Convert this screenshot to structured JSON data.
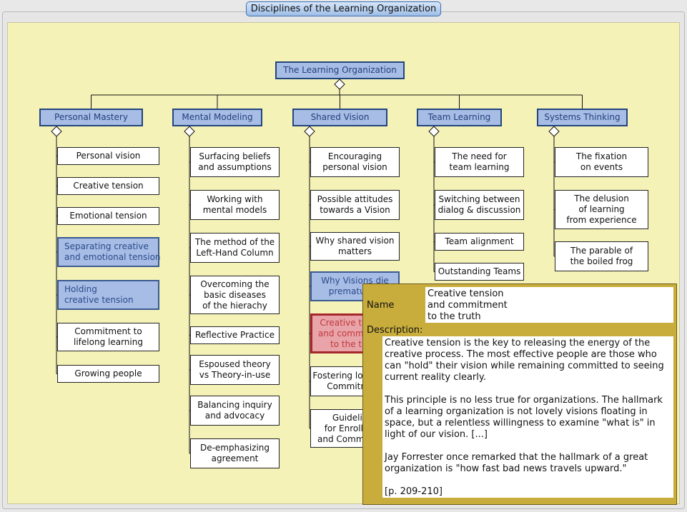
{
  "window": {
    "title": "Disciplines of the Learning Organization"
  },
  "root": {
    "label": "The Learning Organization"
  },
  "disciplines": [
    {
      "label": "Personal Mastery",
      "children": [
        {
          "label": "Personal vision"
        },
        {
          "label": "Creative tension"
        },
        {
          "label": "Emotional tension"
        },
        {
          "label": "Separating creative\nand emotional tension",
          "state": "selected"
        },
        {
          "label": "Holding\ncreative tension",
          "state": "selected"
        },
        {
          "label": "Commitment to\nlifelong learning"
        },
        {
          "label": "Growing people"
        }
      ]
    },
    {
      "label": "Mental Modeling",
      "children": [
        {
          "label": "Surfacing beliefs\nand assumptions"
        },
        {
          "label": "Working with\nmental models"
        },
        {
          "label": "The method of the\nLeft-Hand Column"
        },
        {
          "label": "Overcoming the\nbasic diseases\nof the hierachy"
        },
        {
          "label": "Reflective Practice"
        },
        {
          "label": "Espoused theory\nvs Theory-in-use"
        },
        {
          "label": "Balancing inquiry\nand advocacy"
        },
        {
          "label": "De-emphasizing\nagreement"
        }
      ]
    },
    {
      "label": "Shared Vision",
      "children": [
        {
          "label": "Encouraging\npersonal vision"
        },
        {
          "label": "Possible attitudes\ntowards a Vision"
        },
        {
          "label": "Why shared vision\nmatters"
        },
        {
          "label": "Why Visions die\nprematurely",
          "state": "selected"
        },
        {
          "label": "Creative tension\nand commitment\nto the truth",
          "state": "active"
        },
        {
          "label": "Fostering long-term\nCommitment"
        },
        {
          "label": "Guidelines\nfor Enrollment\nand Commitment"
        }
      ]
    },
    {
      "label": "Team Learning",
      "children": [
        {
          "label": "The need for\nteam learning"
        },
        {
          "label": "Switching between\ndialog & discussion"
        },
        {
          "label": "Team alignment"
        },
        {
          "label": "Outstanding Teams"
        }
      ]
    },
    {
      "label": "Systems Thinking",
      "children": [
        {
          "label": "The fixation\non events"
        },
        {
          "label": "The delusion\nof learning\nfrom experience"
        },
        {
          "label": "The parable of\nthe boiled frog"
        }
      ]
    }
  ],
  "popup": {
    "name_label": "Name",
    "name_value": "Creative tension\nand commitment\nto the truth",
    "description_label": "Description:",
    "description_text": "Creative tension is the key to releasing the energy of the creative process. The most effective people are those who can \"hold\" their vision while remaining committed to seeing current reality clearly.\n\nThis principle is no less true for organizations. The hallmark of a learning organization is not lovely visions floating in space, but a relentless willingness to examine \"what is\" in light of our vision. [...]\n\nJay Forrester once remarked that the hallmark of a great organization is \"how fast bad news travels upward.\"\n\n[p. 209-210]"
  },
  "colors": {
    "canvas": "#f5f2b8",
    "header_fill": "#a7bde6",
    "header_border": "#23457d",
    "active_fill": "#e8a4a8",
    "active_border": "#a5262b",
    "popup_fill": "#c9ad3c"
  }
}
